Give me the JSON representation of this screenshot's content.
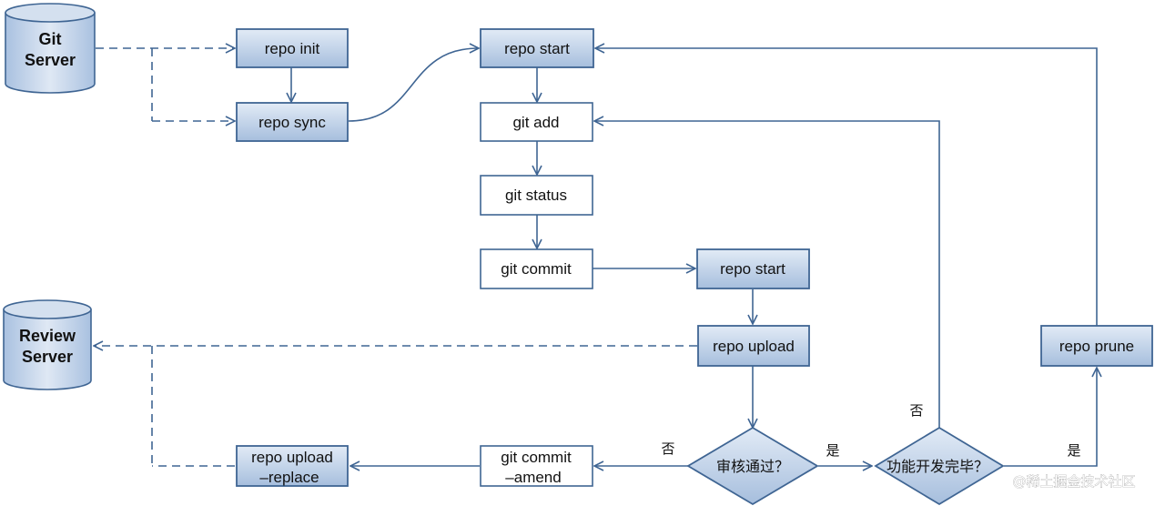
{
  "colors": {
    "line": "#3f6593",
    "box_border": "#3f6593",
    "fill_light": "#dbe6f3",
    "fill_dark": "#a9c0de",
    "plain_fill": "#ffffff"
  },
  "databases": {
    "git_server": {
      "line1": "Git",
      "line2": "Server"
    },
    "review_server": {
      "line1": "Review",
      "line2": "Server"
    }
  },
  "nodes": {
    "repo_init": "repo init",
    "repo_sync": "repo sync",
    "repo_start_top": "repo start",
    "git_add": "git add",
    "git_status": "git status",
    "git_commit": "git commit",
    "repo_start_mid": "repo start",
    "repo_upload": "repo upload",
    "repo_prune": "repo prune",
    "repo_upload_replace": {
      "line1": "repo upload",
      "line2": "–replace"
    },
    "git_commit_amend": {
      "line1": "git commit",
      "line2": "–amend"
    }
  },
  "decisions": {
    "review_passed": "审核通过？",
    "feature_done": "功能开发完毕？"
  },
  "edge_labels": {
    "review_no": "否",
    "review_yes": "是",
    "feature_no": "否",
    "feature_yes": "是"
  },
  "watermark": "@稀土掘金技术社区"
}
